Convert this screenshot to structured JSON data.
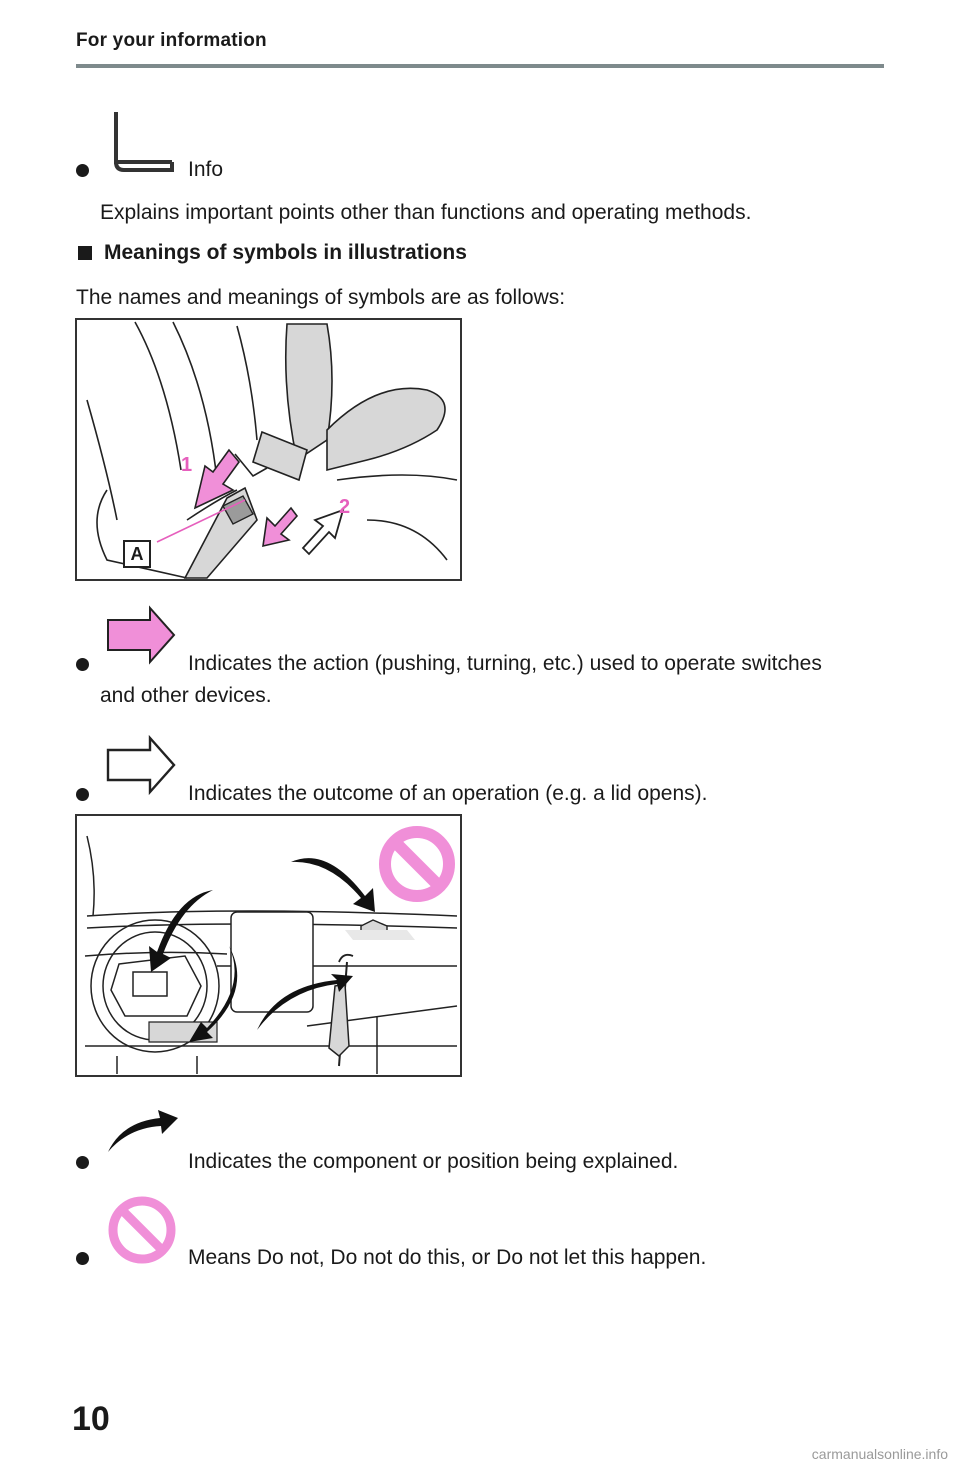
{
  "header": {
    "section_title": "For your information"
  },
  "items": {
    "info": {
      "label": "Info",
      "description": "Explains important points other than functions and operating methods."
    },
    "section_heading": "Meanings of symbols in illustrations",
    "intro": "The names and meanings of symbols are as follows:",
    "action_arrow": {
      "text_line1": "Indicates the action (pushing, turning, etc.) used to operate switches",
      "text_line2": "and other devices."
    },
    "outcome_arrow": {
      "text": "Indicates the outcome of an operation (e.g. a lid opens)."
    },
    "component_arrow": {
      "text": "Indicates the component or position being explained."
    },
    "do_not": {
      "text": "Means Do not, Do not do this, or Do not let this happen."
    }
  },
  "figure1": {
    "callout_1": "1",
    "callout_2": "2",
    "label_a": "A"
  },
  "colors": {
    "accent_pink": "#f08fd8",
    "pink_stroke": "#e65fbd",
    "rule": "#7e8a8c",
    "illustration_fill": "#d7d7d7"
  },
  "icons": [
    "book-icon",
    "action-arrow-icon",
    "outcome-arrow-icon",
    "component-arrow-icon",
    "prohibition-icon"
  ],
  "page": {
    "number": "10"
  },
  "footer": {
    "watermark": "carmanualsonline.info"
  }
}
